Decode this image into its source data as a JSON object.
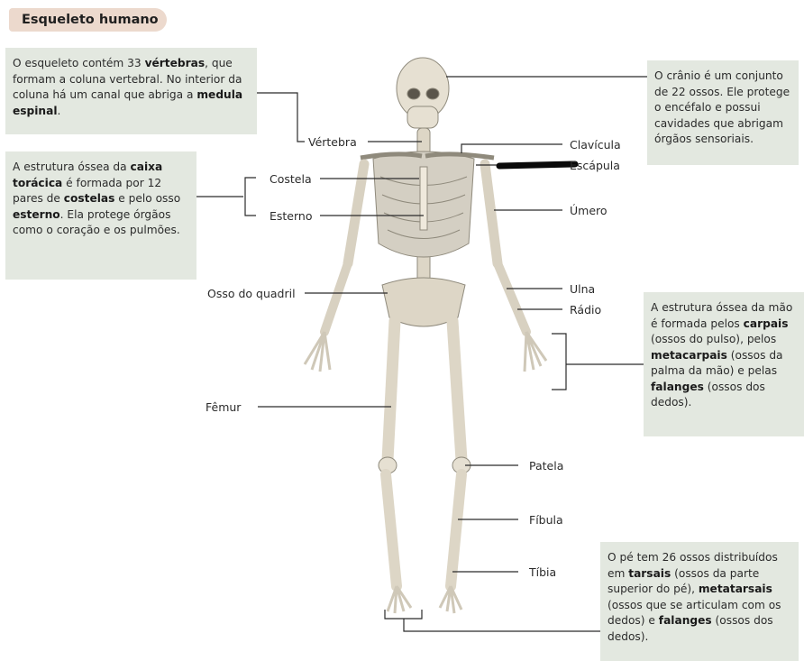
{
  "title": "Esqueleto humano",
  "boxes": {
    "vertebras": [
      {
        "t": "O esqueleto contém 33 "
      },
      {
        "t": "vértebras",
        "b": true
      },
      {
        "t": ", que formam a coluna vertebral. No interior da coluna há um canal que abriga a "
      },
      {
        "t": "medula espinal",
        "b": true
      },
      {
        "t": "."
      }
    ],
    "caixa": [
      {
        "t": "A estrutura óssea da "
      },
      {
        "t": "caixa torácica",
        "b": true
      },
      {
        "t": " é formada por 12 pares de "
      },
      {
        "t": "costelas",
        "b": true
      },
      {
        "t": " e pelo osso "
      },
      {
        "t": "esterno",
        "b": true
      },
      {
        "t": ". Ela protege órgãos como o coração e os pulmões."
      }
    ],
    "cranio": [
      {
        "t": "O crânio é um conjunto de 22 ossos. Ele protege o encéfalo e possui cavidades que abrigam órgãos sensoriais."
      }
    ],
    "mao": [
      {
        "t": "A estrutura óssea da mão é formada pelos "
      },
      {
        "t": "carpais",
        "b": true
      },
      {
        "t": " (ossos do pulso), pelos "
      },
      {
        "t": "metacarpais",
        "b": true
      },
      {
        "t": " (ossos da palma da mão) e pelas "
      },
      {
        "t": "falanges",
        "b": true
      },
      {
        "t": " (ossos dos dedos)."
      }
    ],
    "pe": [
      {
        "t": "O pé tem 26 ossos distribuídos em "
      },
      {
        "t": "tarsais",
        "b": true
      },
      {
        "t": " (ossos da parte superior do pé), "
      },
      {
        "t": "metatarsais",
        "b": true
      },
      {
        "t": " (ossos que se articulam com os dedos) e "
      },
      {
        "t": "falanges",
        "b": true
      },
      {
        "t": " (ossos dos dedos)."
      }
    ]
  },
  "labels": {
    "vertebra": "Vértebra",
    "costela": "Costela",
    "esterno": "Esterno",
    "osso_quadril": "Osso do quadril",
    "femur": "Fêmur",
    "clavicula": "Clavícula",
    "escapula": "Escápula",
    "umero": "Úmero",
    "ulna": "Ulna",
    "radio": "Rádio",
    "patela": "Patela",
    "fibula": "Fíbula",
    "tibia": "Tíbia"
  }
}
